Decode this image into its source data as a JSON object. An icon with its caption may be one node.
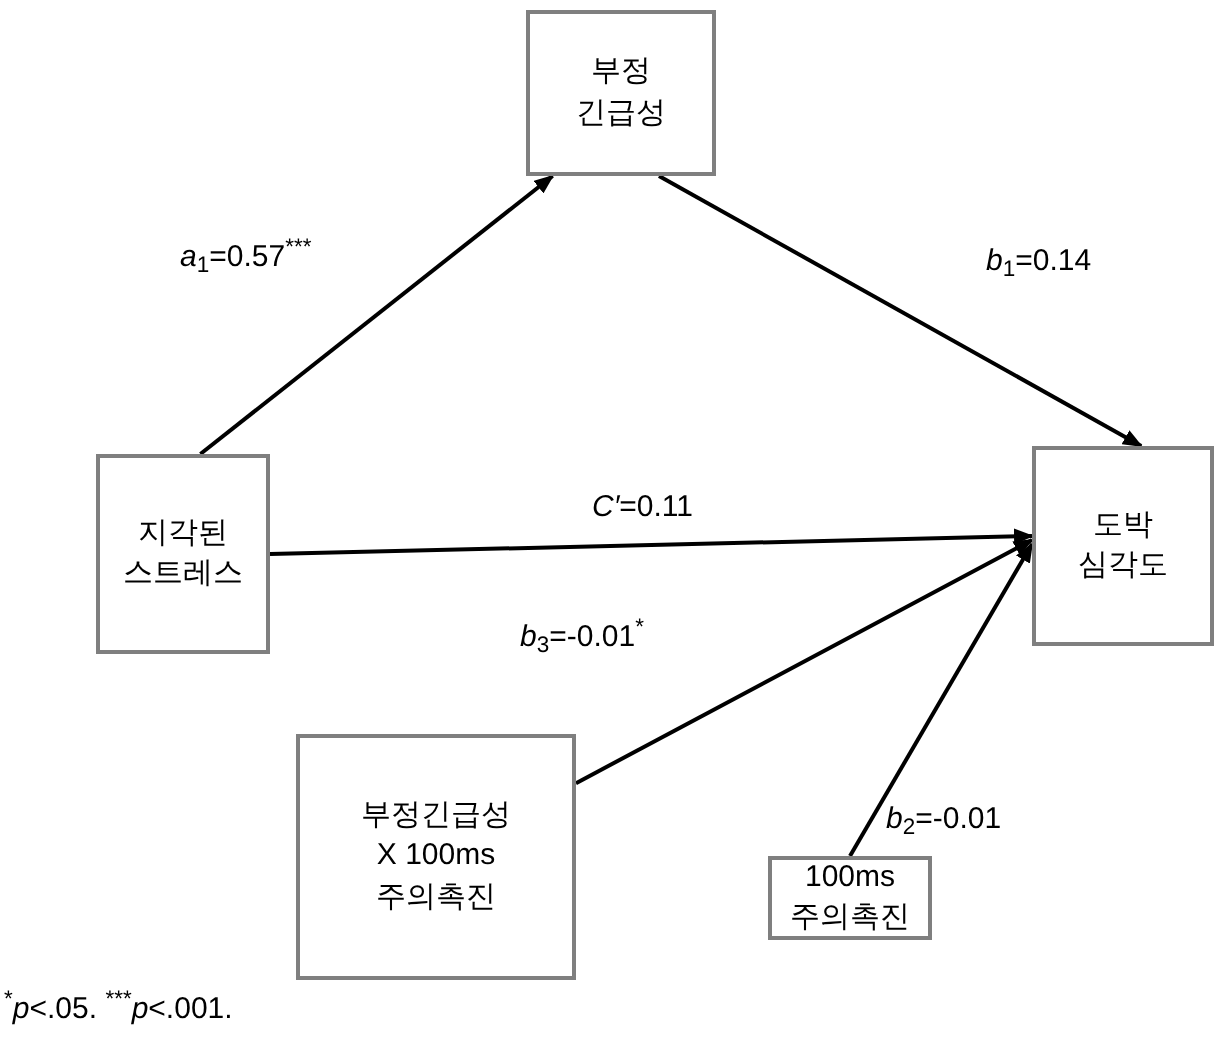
{
  "diagram": {
    "nodes": [
      {
        "text": [
          "부정 긴급성"
        ]
      },
      {
        "text": [
          "지각된 스트레스"
        ]
      },
      {
        "text": [
          "도박 심각도"
        ]
      },
      {
        "text": [
          "부정긴급성 X 100ms 주의촉진"
        ]
      },
      {
        "text": [
          "100ms 주의촉진"
        ]
      }
    ],
    "edges": [
      {
        "from": 1,
        "to": 0,
        "arrow": "to",
        "label": "*a*$_{1}$=0.57$^{***}$"
      },
      {
        "from": 0,
        "to": 2,
        "arrow": "to",
        "label": "*b*$_{1}$=0.14"
      },
      {
        "from": 1,
        "to": 2,
        "arrow": "to",
        "label": "*C′*=0.11"
      },
      {
        "from": 3,
        "to": 2,
        "arrow": "to",
        "label": "*b*$_{3}$=-0.01$^{*}$"
      },
      {
        "from": 4,
        "to": 2,
        "arrow": "to",
        "label": "*b*$_{2}$=-0.01"
      }
    ],
    "labels": [
      "$^{*}$*p*<.05. $^{***}$*p*<.001."
    ]
  }
}
